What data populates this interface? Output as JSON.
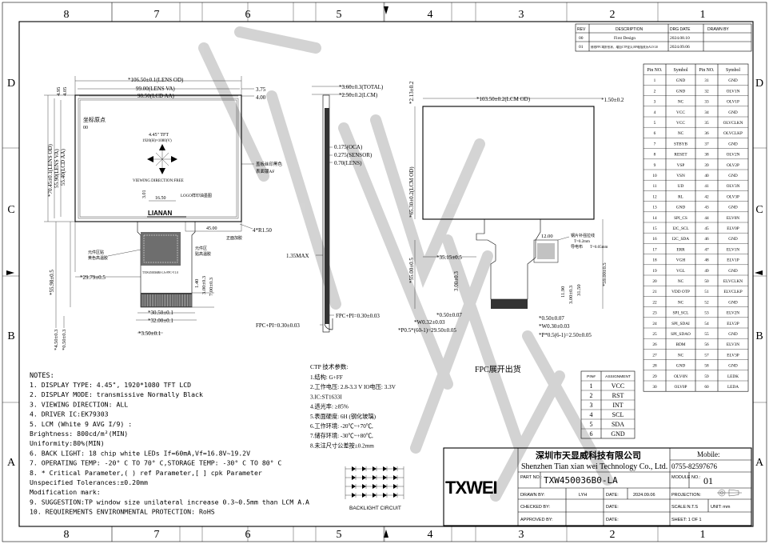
{
  "grid": {
    "cols": [
      "8",
      "7",
      "6",
      "5",
      "4",
      "3",
      "2",
      "1"
    ],
    "rows": [
      "D",
      "C",
      "B",
      "A"
    ]
  },
  "revision": {
    "headers": [
      "REV",
      "DESCRIPTION",
      "DRG DATE",
      "DRAWN BY"
    ],
    "rows": [
      [
        "00",
        "First Design",
        "2024.08.10",
        ""
      ],
      [
        "01",
        "修改FPC弯折形状、增加CTP定义,RP电阻改为ALN 20",
        "2024.09.06",
        ""
      ]
    ]
  },
  "lcd": {
    "dims": {
      "lens_od": "*106.50±0.1(LENS OD)",
      "lens_va": "99.00(LENS VA)",
      "lcd_aa": "98.50(LCD AA)",
      "d375": "3.75",
      "d400": "4.00",
      "d495": "4.95",
      "d405": "4.05",
      "h_lens_od": "*70.45±0.1(LENS OD)",
      "h_lens_va": "55.90(LENS VA)",
      "h_lcd_aa": "55.40(LCD AA)",
      "h_total": "*55.98±0.5",
      "d1650": "16.50",
      "d301": "3.01",
      "d4500": "45.00",
      "r150": "4*R1.50",
      "d2979": "*29.79±0.5",
      "d3050": "*30.50±0.1",
      "d3200": "*32.00±0.1",
      "d350": "*3.50±0.1",
      "d450": "*4.50±0.3",
      "d050": "*0.50±0.3",
      "d140": "1.40",
      "d300a": "3.00±0.3",
      "d700": "7.00±0.3"
    },
    "origin_label": "坐标原点",
    "origin_code": "00",
    "display_desc": "4.45\" TFT",
    "resolution": "1920(H)×1080(V)",
    "viewing": "VIEWING DIRECTION:FREE",
    "logo_note": "LOGO样印油墨图",
    "brand_print": "LIANAN",
    "silk_note": "盖板丝印黑色",
    "silk_note2": "表面镀AF",
    "fpc_text": "TXW450036B0-LA-FPC-V1.0",
    "zone_note": "元件区",
    "zone_note2": "贴高温胶",
    "fpc_note": "元件区贴",
    "fpc_note2": "黄色高温胶",
    "tape_note": "正面加胶",
    "watermark": "LIANAN"
  },
  "side": {
    "total": "*3.60±0.3(TOTAL)",
    "lcm": "*2.50±0.2(LCM)",
    "oca": "0.175(OCA)",
    "sensor": "0.275(SENSOR)",
    "lens": "0.70(LENS)",
    "max": "1.35MAX",
    "fpc_pi_1": "FPC+PI=0.30±0.03",
    "fpc_pi_2": "FPC+PI=0.30±0.03"
  },
  "rear": {
    "lcm_od": "*103.50±0.2(LCM OD)",
    "d150": "*1.50±0.2",
    "d213": "*2.13±0.2",
    "h_lcm_od": "*65.30±0.2(LCM OD)",
    "h5500": "*55.00±0.5",
    "d3515": "*35.15±0.5",
    "d300": "3.00±0.3",
    "d1200": "12.00",
    "d1190": "11.90",
    "d300b": "3.00±0.3",
    "d3150": "31.50",
    "d5900": "*59.00±0.5",
    "d050a": "*0.50±0.07",
    "d050b": "*0.50±0.07",
    "w032": "*W0.32±0.03",
    "w030": "*W0.30±0.03",
    "p050": "*P0.5*(60-1)=29.50±0.05",
    "p05": "*P*0.5(6-1)=2.50±0.05",
    "note1": "钢片补强拉线",
    "note2": "T=0.2mm",
    "note3": "导电布",
    "note4": "T=0.05mm",
    "fpc_unfold": "FPC展开出货"
  },
  "pins": {
    "headers": [
      "Pin NO.",
      "Symbol",
      "Pin NO.",
      "Symbol"
    ],
    "rows": [
      [
        "1",
        "GND",
        "31",
        "GND"
      ],
      [
        "2",
        "GND",
        "32",
        "OLV1N"
      ],
      [
        "3",
        "NC",
        "33",
        "OLV1P"
      ],
      [
        "4",
        "VCC",
        "34",
        "GND"
      ],
      [
        "5",
        "VCC",
        "35",
        "OLVCLKN"
      ],
      [
        "6",
        "NC",
        "36",
        "OLVCLKP"
      ],
      [
        "7",
        "STBYB",
        "37",
        "GND"
      ],
      [
        "8",
        "RESET",
        "38",
        "OLV2N"
      ],
      [
        "9",
        "VSP",
        "39",
        "OLV2P"
      ],
      [
        "10",
        "VSN",
        "40",
        "GND"
      ],
      [
        "11",
        "UD",
        "41",
        "OLV3N"
      ],
      [
        "12",
        "RL",
        "42",
        "OLV3P"
      ],
      [
        "13",
        "GND",
        "43",
        "GND"
      ],
      [
        "14",
        "SPI_CS",
        "44",
        "ELV0N"
      ],
      [
        "15",
        "I2C_SCL",
        "45",
        "ELV0P"
      ],
      [
        "16",
        "I2C_SDA",
        "46",
        "GND"
      ],
      [
        "17",
        "ERR",
        "47",
        "ELV1N"
      ],
      [
        "18",
        "VGH",
        "48",
        "ELV1P"
      ],
      [
        "19",
        "VGL",
        "49",
        "GND"
      ],
      [
        "20",
        "NC",
        "50",
        "ELVCLKN"
      ],
      [
        "21",
        "VDD OTP",
        "51",
        "ELVCLKP"
      ],
      [
        "22",
        "NC",
        "52",
        "GND"
      ],
      [
        "23",
        "SPI_SCL",
        "53",
        "ELV2N"
      ],
      [
        "24",
        "SPI_SDAI",
        "54",
        "ELV2P"
      ],
      [
        "25",
        "SPI_SDAO",
        "55",
        "GND"
      ],
      [
        "26",
        "BDM",
        "56",
        "ELV3N"
      ],
      [
        "27",
        "NC",
        "57",
        "ELV3P"
      ],
      [
        "28",
        "GND",
        "58",
        "GND"
      ],
      [
        "29",
        "OLV0N",
        "59",
        "LEDK"
      ],
      [
        "30",
        "OLV0P",
        "60",
        "LEDA"
      ]
    ]
  },
  "ctp_pins": {
    "headers": [
      "PIN#",
      "ASSIGNMENT"
    ],
    "rows": [
      [
        "1",
        "VCC"
      ],
      [
        "2",
        "RST"
      ],
      [
        "3",
        "INT"
      ],
      [
        "4",
        "SCL"
      ],
      [
        "5",
        "SDA"
      ],
      [
        "6",
        "GND"
      ]
    ]
  },
  "notes": {
    "title": "NOTES:",
    "lines": [
      "1. DISPLAY TYPE: 4.45\", 1920*1080 TFT LCD",
      "2. DISPLAY MODE: transmissive Normally Black",
      "3. VIEWING DIRECTION:  ALL",
      "4. DRIVER IC:EK79303",
      "5. LCM (White 9 AVG I/9) :",
      "      Brightness: 800cd/m²(MIN)",
      "      Uniformity:80%(MIN)",
      "6. BACK LIGHT: 18 chip white LEDs If=60mA,Vf=16.8V~19.2V",
      "7. OPERATING TEMP: -20° C TO 70° C,STORAGE TEMP: -30° C TO 80° C",
      "8. * Critical Parameter,( ) ref Parameter,[ ] cpk Parameter",
      "   Unspecified Tolerances:±0.20mm",
      "   Modification mark:",
      "9. SUGGESTION:TP window size unilateral increase 0.3~0.5mm than LCM A.A",
      "10. REQUIREMENTS ENVIRONMENTAL PROTECTION: RoHS"
    ]
  },
  "ctp": {
    "title": "CTP 技术参数:",
    "lines": [
      "1.结构: G+FF",
      "2.工作电压: 2.8-3.3 V   IO电压: 3.3V",
      "3.IC:ST1633I",
      "4.透光率: ≥85%",
      "5.表面硬度: 6H (钢化玻璃)",
      "6.工作环境: -20℃~+70℃,",
      "7.储存环境: -30℃~+80℃,",
      "8.未注尺寸公差按±0.2mm"
    ]
  },
  "backlight_label": "BACKLIGHT  CIRCUIT",
  "title_block": {
    "company_cn": "深圳市天显威科技有限公司",
    "company_en": "Shenzhen Tian xian wei Technology Co., Ltd.",
    "mobile_label": "Mobile:",
    "mobile": "0755-82597676",
    "logo": "TXWEI",
    "part_label": "PART NO.:",
    "part_no": "TXW450036B0-LA",
    "module_label": "MODULE NO.:",
    "module_no": "01",
    "drawn_label": "DRAWN BY:",
    "drawn_by": "LYH",
    "date_label": "DATE:",
    "date": "2024.09.06",
    "projection_label": "PROJECTION:",
    "checked_label": "CHECKED BY:",
    "date_label2": "DATE:",
    "scale": "SCALE:N.T.S",
    "unit": "UNIT: mm",
    "approved_label": "APPROVED BY:",
    "date_label3": "DATE:",
    "sheet": "SHEET: 1 OF 1"
  }
}
